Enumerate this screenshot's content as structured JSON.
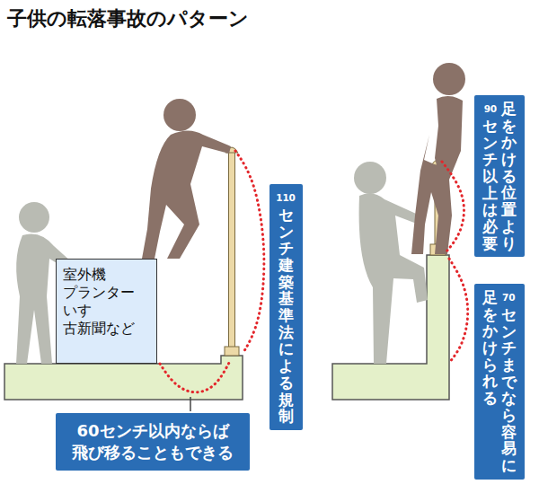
{
  "diagram": {
    "title": "子供の転落事故のパターン",
    "nodes": [
      {
        "text": [
          "室外機 プランター いす 古新聞など"
        ]
      },
      {
        "text": [
          "110センチ建築基準法による規制"
        ]
      },
      {
        "text": [
          "60センチ以内ならば 飛び移ることもできる"
        ]
      },
      {
        "text": [
          "足をかける位置より 90センチ以上は必要"
        ]
      },
      {
        "text": [
          "70センチまでなら容易に 足をかけられる"
        ]
      }
    ]
  }
}
